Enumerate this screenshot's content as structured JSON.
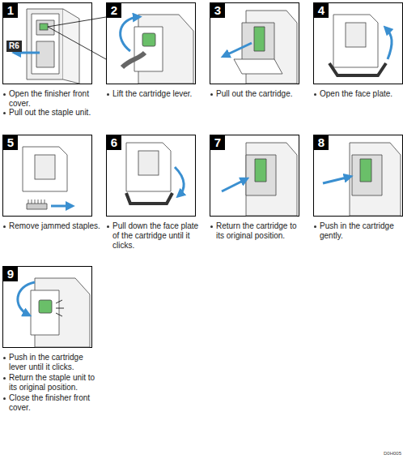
{
  "diagram": {
    "labels": [
      "1",
      "R6",
      "Open the finisher front cover.",
      "Pull out the staple unit.",
      "2",
      "Lift the cartridge lever.",
      "3",
      "Pull out the cartridge.",
      "4",
      "Open the face plate.",
      "5",
      "Remove jammed staples.",
      "6",
      "Pull down the face plate of the cartridge until it clicks.",
      "7",
      "Return the cartridge to its original position.",
      "8",
      "Push in the cartridge gently.",
      "9",
      "Push in the cartridge lever until it clicks.",
      "Return the staple unit to its original position.",
      "Close the finisher front cover.",
      "D0H005"
    ]
  }
}
